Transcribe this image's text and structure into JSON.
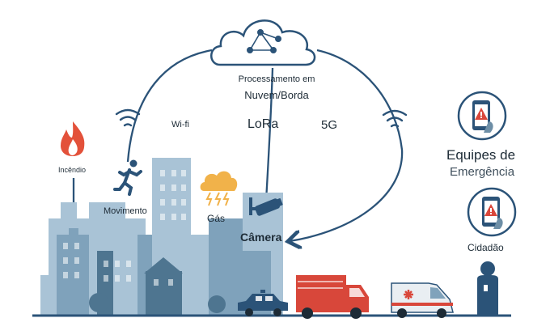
{
  "cloud": {
    "line1": "Processamento em",
    "line2": "Nuvem/Borda"
  },
  "links": {
    "wifi": "Wi-fi",
    "lora": "LoRa",
    "g5": "5G"
  },
  "sensors": {
    "fire": "Incêndio",
    "motion": "Movimento",
    "gas": "Gás",
    "camera": "Câmera"
  },
  "responders": {
    "teams_line1": "Equipes de",
    "teams_line2": "Emergência",
    "citizen": "Cidadão"
  },
  "colors": {
    "line": "#2b5378",
    "building_light": "#a9c3d6",
    "building_mid": "#7fa2bb",
    "building_dark": "#4e7590",
    "fire": "#e3513a",
    "truck": "#d8473a",
    "sun": "#f1b24a",
    "accent_red": "#d9473b"
  }
}
